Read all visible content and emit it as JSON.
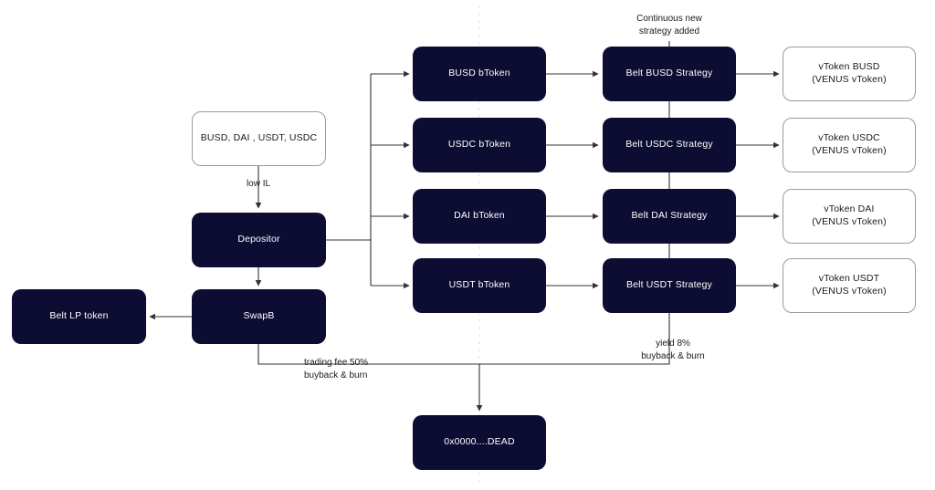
{
  "diagram": {
    "title": "Belt Finance protocol flow",
    "colors": {
      "node_dark_fill": "#0d0d33",
      "node_dark_text": "#ffffff",
      "node_light_fill": "#ffffff",
      "node_light_border": "#9a9a9a",
      "edge": "#333333",
      "guide": "#dddddd",
      "background": "#ffffff"
    },
    "nodes": {
      "assets_input": {
        "label": "BUSD, DAI , USDT, USDC",
        "style": "light"
      },
      "depositor": {
        "label": "Depositor",
        "style": "dark"
      },
      "swapb": {
        "label": "SwapB",
        "style": "dark"
      },
      "belt_lp_token": {
        "label": "Belt LP token",
        "style": "dark"
      },
      "dead_address": {
        "label": "0x0000....DEAD",
        "style": "dark"
      }
    },
    "btokens": [
      {
        "label": "BUSD bToken",
        "style": "dark"
      },
      {
        "label": "USDC bToken",
        "style": "dark"
      },
      {
        "label": "DAI bToken",
        "style": "dark"
      },
      {
        "label": "USDT bToken",
        "style": "dark"
      }
    ],
    "strategies": [
      {
        "label": "Belt BUSD Strategy",
        "style": "dark"
      },
      {
        "label": "Belt USDC Strategy",
        "style": "dark"
      },
      {
        "label": "Belt DAI Strategy",
        "style": "dark"
      },
      {
        "label": "Belt USDT Strategy",
        "style": "dark"
      }
    ],
    "vtokens": [
      {
        "label": "vToken BUSD\n(VENUS vToken)",
        "style": "light"
      },
      {
        "label": "vToken USDC\n(VENUS vToken)",
        "style": "light"
      },
      {
        "label": "vToken DAI\n(VENUS vToken)",
        "style": "light"
      },
      {
        "label": "vToken USDT\n(VENUS vToken)",
        "style": "light"
      }
    ],
    "annotations": {
      "continuous_strategy": "Continuous new\nstrategy added",
      "low_il": "low IL",
      "trading_fee": "trading fee 50%\nbuyback & burn",
      "yield": "yield 8%\nbuyback & burn"
    }
  }
}
